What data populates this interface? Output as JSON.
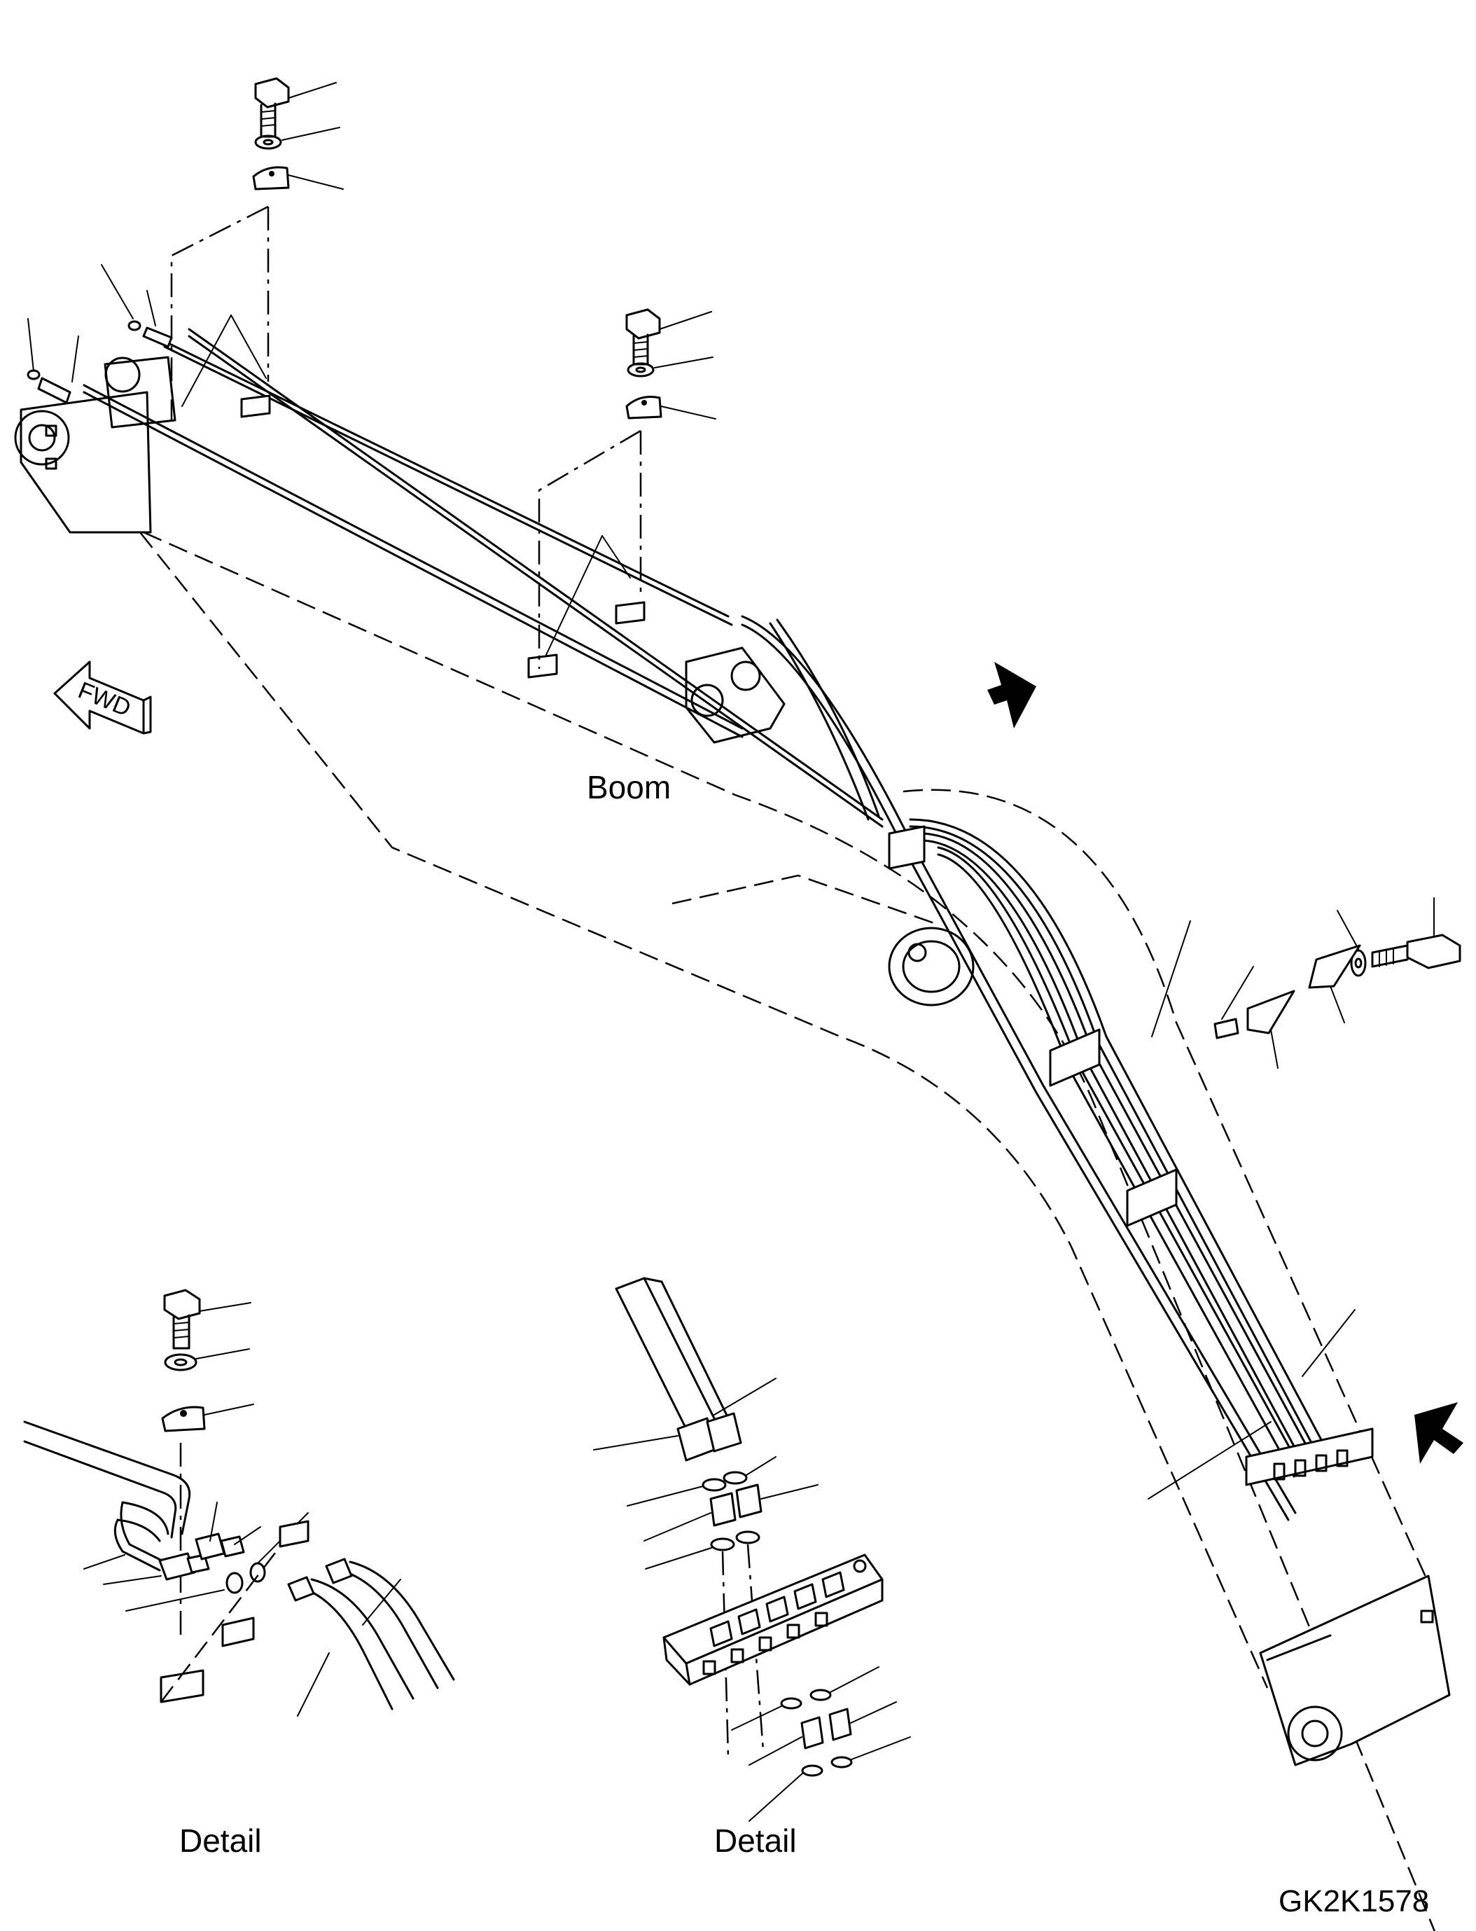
{
  "labels": {
    "fwd": "FWD",
    "boom": "Boom",
    "detail_left": "Detail",
    "detail_right": "Detail",
    "drawing_code": "GK2K1578"
  },
  "icons": {
    "forward_arrow": "fwd-arrow-icon",
    "view_arrow": "view-arrow-icon"
  },
  "colors": {
    "line": "#000000",
    "background": "#ffffff"
  }
}
